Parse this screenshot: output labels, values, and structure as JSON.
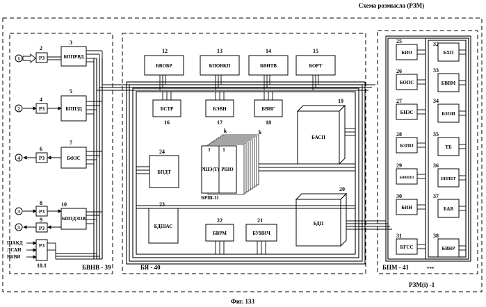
{
  "header": {
    "title": "Схема розмысла (РЗМ)"
  },
  "caption": "Фиг. 133",
  "groups": {
    "bvnv": {
      "label": "БВНВ - 39"
    },
    "bya": {
      "label": "БЯ - 40"
    },
    "bpm": {
      "label": "БПМ - 41"
    },
    "rzm": {
      "label": "РЗМ(i) -1"
    }
  },
  "left_blocks": {
    "b3": {
      "num": "3",
      "label": "БППРВД"
    },
    "b5": {
      "num": "5",
      "label": "БППЗД"
    },
    "b7": {
      "num": "7",
      "label": "БФЗС"
    },
    "b10": {
      "num": "10",
      "label": "БППДЗОВ"
    }
  },
  "rz_blocks": {
    "rz2": {
      "num": "2",
      "label": "РЗ"
    },
    "rz4": {
      "num": "4",
      "label": "РЗ"
    },
    "rz6": {
      "num": "6",
      "label": "РЗ"
    },
    "rz8": {
      "num": "8",
      "label": "РЗ"
    },
    "rz9": {
      "num": "9",
      "label": "РЗ"
    },
    "rz101": {
      "num": "10.1",
      "label": "РЗ"
    }
  },
  "ports": {
    "p1": "1",
    "p2": "2",
    "p3": "3",
    "p4": "4",
    "p5": "5",
    "side_labels": [
      "ШАКД",
      "ЛСАН",
      "ВКВЯ"
    ]
  },
  "center_blocks": {
    "b12": {
      "num": "12",
      "label": "БВОБР"
    },
    "b13": {
      "num": "13",
      "label": "БПОВКП"
    },
    "b14": {
      "num": "14",
      "label": "БВНТВ"
    },
    "b15": {
      "num": "15",
      "label": "БОРТ"
    },
    "b16": {
      "num": "16",
      "label": "БСТР"
    },
    "b17": {
      "num": "17",
      "label": "БЭВН"
    },
    "b18": {
      "num": "18",
      "label": "БВНГ"
    },
    "b19": {
      "num": "19",
      "label": "БАСП"
    },
    "b20": {
      "num": "20",
      "label": "БДП"
    },
    "b21": {
      "num": "21",
      "label": "БУНИЧ"
    },
    "b22": {
      "num": "22",
      "label": "БВРМ"
    },
    "b23": {
      "num": "23",
      "label": "БДШАС"
    },
    "b24": {
      "num": "24",
      "label": "БПДТ"
    }
  },
  "stack": {
    "k_top": "k",
    "k_side": "k",
    "left_num": "1",
    "right_num": "1",
    "left_label": "РШЭ(Т)",
    "right_label": "РШО",
    "base_label": "БРШ-11"
  },
  "right_blocks": {
    "b25": {
      "num": "25",
      "label": "БИО"
    },
    "b26": {
      "num": "26",
      "label": "БОПС"
    },
    "b27": {
      "num": "27",
      "label": "БНЗС"
    },
    "b28": {
      "num": "28",
      "label": "БЗПО"
    },
    "b29": {
      "num": "29",
      "label": "БФИПО"
    },
    "b30": {
      "num": "30",
      "label": "БИН"
    },
    "b31": {
      "num": "31",
      "label": "БГСС"
    },
    "b32": {
      "num": "32",
      "label": "БХП"
    },
    "b33": {
      "num": "33",
      "label": "БВВМ"
    },
    "b34": {
      "num": "34",
      "label": "БЗОИ"
    },
    "b35": {
      "num": "35",
      "label": "ТБ"
    },
    "b36": {
      "num": "36",
      "label": "БППБТ"
    },
    "b37": {
      "num": "37",
      "label": "БАВ"
    },
    "b38": {
      "num": "38",
      "label": "БВНР"
    }
  },
  "ellipsis": "***"
}
